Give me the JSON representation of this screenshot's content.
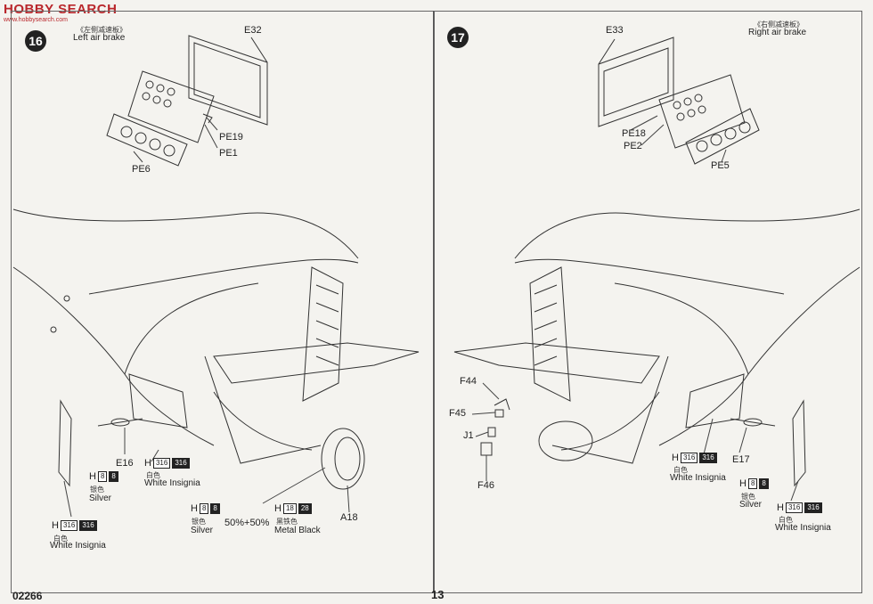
{
  "watermark": {
    "text": "HOBBY SEARCH",
    "url": "www.hobbysearch.com"
  },
  "footer": {
    "product_code": "02266",
    "page_number": "13"
  },
  "left": {
    "step": "16",
    "title_cn": "《左侧减速板》",
    "title": "Left air brake",
    "parts": {
      "e32": "E32",
      "pe19": "PE19",
      "pe1": "PE1",
      "pe6": "PE6",
      "e16": "E16",
      "a18": "A18"
    },
    "paint_h8": {
      "h": "H",
      "code": "8",
      "num": "8",
      "cn": "银色",
      "name": "Silver"
    },
    "paint_h316a": {
      "h": "H",
      "code": "316",
      "num": "316",
      "cn": "白色",
      "name": "White Insignia"
    },
    "paint_h316b": {
      "h": "H",
      "code": "316",
      "num": "316",
      "cn": "白色",
      "name": "White Insignia"
    },
    "paint_mix_h8": {
      "h": "H",
      "code": "8",
      "num": "8",
      "cn": "银色",
      "name": "Silver"
    },
    "paint_mix_h18": {
      "h": "H",
      "code": "18",
      "num": "28",
      "cn": "黑铁色",
      "name": "Metal  Black"
    },
    "ratio": "50%+50%"
  },
  "right": {
    "step": "17",
    "title_cn": "《右侧减速板》",
    "title": "Right air brake",
    "parts": {
      "e33": "E33",
      "pe18": "PE18",
      "pe2": "PE2",
      "pe5": "PE5",
      "f44": "F44",
      "f45": "F45",
      "j1": "J1",
      "f46": "F46",
      "e17": "E17"
    },
    "paint_h316a": {
      "h": "H",
      "code": "316",
      "num": "316",
      "cn": "白色",
      "name": "White Insignia"
    },
    "paint_h8": {
      "h": "H",
      "code": "8",
      "num": "8",
      "cn": "银色",
      "name": "Silver"
    },
    "paint_h316b": {
      "h": "H",
      "code": "316",
      "num": "316",
      "cn": "白色",
      "name": "White Insignia"
    }
  }
}
